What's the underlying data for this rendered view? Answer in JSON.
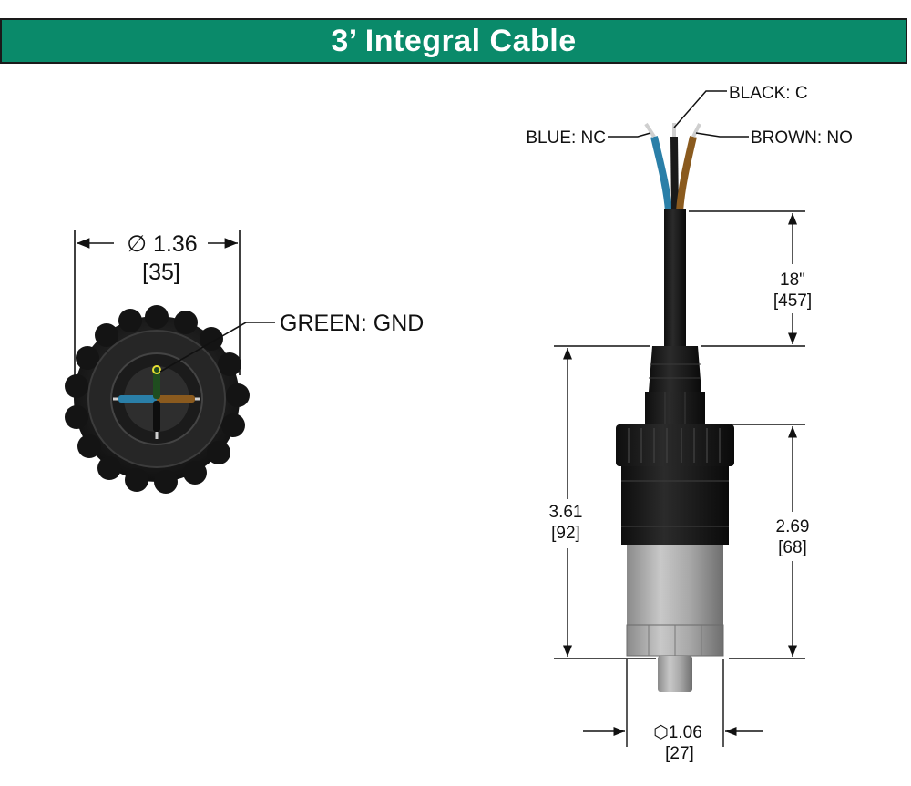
{
  "header": {
    "title": "3’ Integral Cable"
  },
  "end_view": {
    "diameter_in": "∅ 1.36",
    "diameter_mm": "[35]",
    "ground_wire_label": "GREEN: GND"
  },
  "side_view": {
    "wire_labels": {
      "black": "BLACK: C",
      "blue": "BLUE: NC",
      "brown": "BROWN: NO"
    },
    "cable_length_in": "18\"",
    "cable_length_mm": "[457]",
    "overall_height_in": "3.61",
    "overall_height_mm": "[92]",
    "body_height_in": "2.69",
    "body_height_mm": "[68]",
    "hex_size_in": "⬡1.06",
    "hex_size_mm": "[27]"
  },
  "colors": {
    "banner": "#0a8a6a",
    "wire_blue": "#2a7fa8",
    "wire_brown": "#8a5a1e",
    "wire_black": "#1a1a1a",
    "wire_green": "#1f4d1f"
  }
}
